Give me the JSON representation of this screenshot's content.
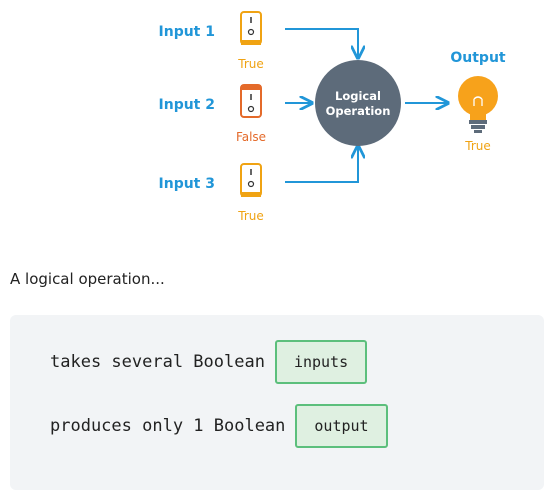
{
  "diagram": {
    "inputs": [
      {
        "label": "Input 1",
        "value": "True"
      },
      {
        "label": "Input 2",
        "value": "False"
      },
      {
        "label": "Input 3",
        "value": "True"
      }
    ],
    "operation_line1": "Logical",
    "operation_line2": "Operation",
    "output_label": "Output",
    "output_value": "True",
    "colors": {
      "label_blue": "#2196d8",
      "true_orange": "#f0a313",
      "false_orange": "#e46a2a",
      "operation_circle": "#5d6b7a",
      "arrow_blue": "#2196d8",
      "bulb": "#f7a21b"
    },
    "icons": [
      "switch-on-icon",
      "switch-off-icon",
      "switch-on-icon",
      "lightbulb-icon"
    ]
  },
  "intro_text": "A logical operation...",
  "code_lines": [
    {
      "text": "takes several Boolean",
      "pill": "inputs"
    },
    {
      "text": "produces only 1 Boolean",
      "pill": "output"
    }
  ]
}
